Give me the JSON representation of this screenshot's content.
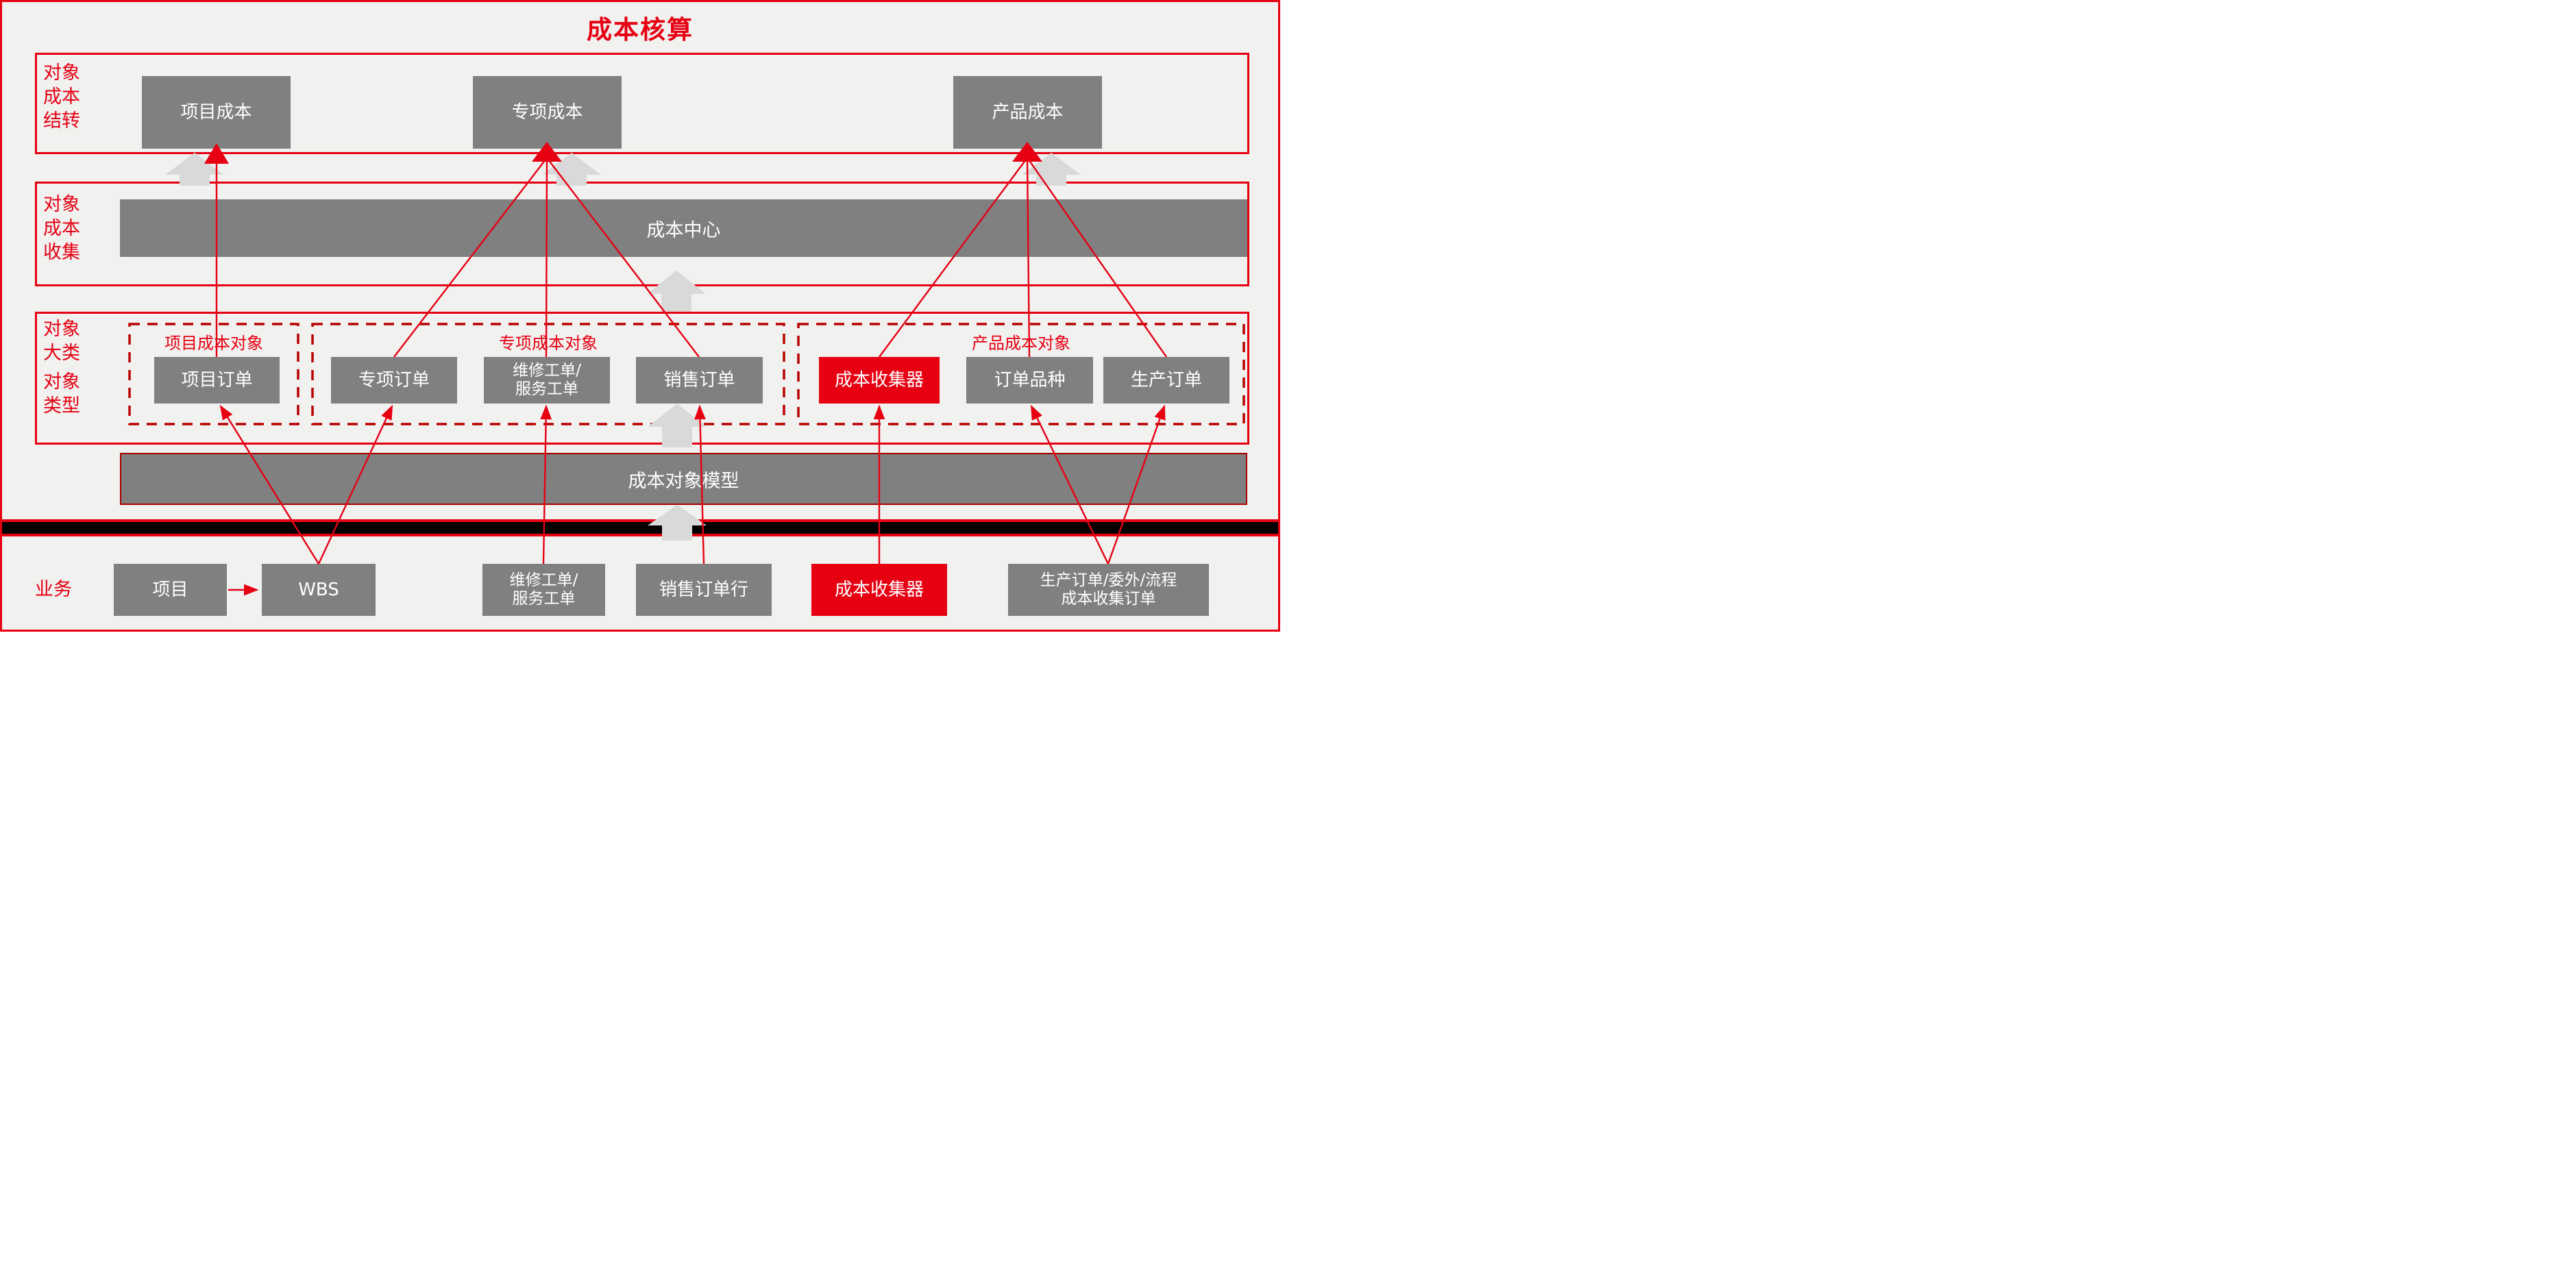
{
  "title": "成本核算",
  "colors": {
    "accent_red": "#e60012",
    "dashed_dark_red": "#b80000",
    "model_bar_border": "#a50000",
    "box_gray": "#808080",
    "block_arrow_gray": "#d9d9d9",
    "background": "#f1f1f0",
    "box_text": "#ffffff",
    "divider_black": "#000000"
  },
  "rows": {
    "carryover": {
      "label": "对象\n成本\n结转",
      "boxes": [
        {
          "label": "项目成本"
        },
        {
          "label": "专项成本"
        },
        {
          "label": "产品成本"
        }
      ]
    },
    "collection": {
      "label": "对象\n成本\n收集",
      "bar": "成本中心"
    },
    "categories": {
      "label_top": "对象\n大类",
      "label_bottom": "对象\n类型",
      "groups": [
        {
          "title": "项目成本对象",
          "boxes": [
            {
              "label": "项目订单"
            }
          ]
        },
        {
          "title": "专项成本对象",
          "boxes": [
            {
              "label": "专项订单"
            },
            {
              "label": "维修工单/",
              "label2": "服务工单"
            },
            {
              "label": "销售订单"
            }
          ]
        },
        {
          "title": "产品成本对象",
          "boxes": [
            {
              "label": "成本收集器",
              "highlight": true
            },
            {
              "label": "订单品种"
            },
            {
              "label": "生产订单"
            }
          ]
        }
      ]
    },
    "model_bar": "成本对象模型",
    "business": {
      "label": "业务",
      "boxes": [
        {
          "label": "项目"
        },
        {
          "label": "WBS"
        },
        {
          "label": "维修工单/",
          "label2": "服务工单"
        },
        {
          "label": "销售订单行"
        },
        {
          "label": "成本收集器",
          "highlight": true
        },
        {
          "label": "生产订单/委外/流程",
          "label2": "成本收集订单"
        }
      ]
    }
  }
}
